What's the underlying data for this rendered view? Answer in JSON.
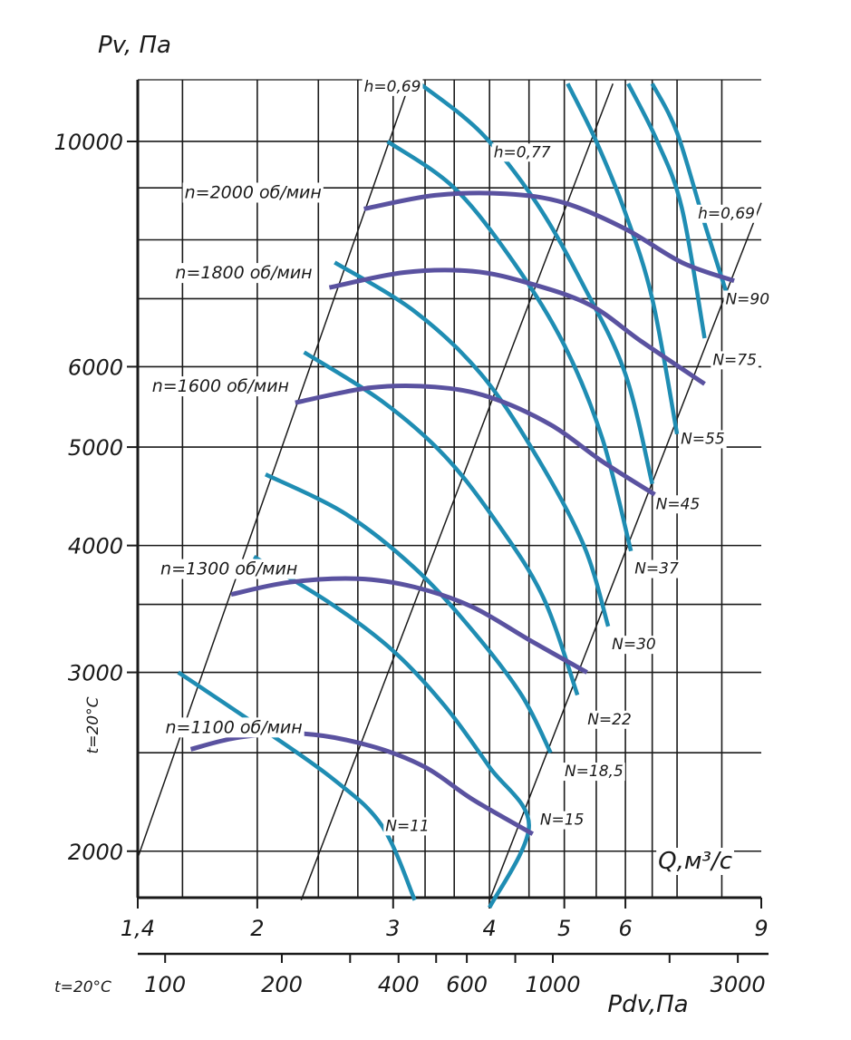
{
  "chart_data": {
    "type": "line",
    "x_scale": "log",
    "y_scale": "log",
    "xlim": [
      1.4,
      9
    ],
    "ylim": [
      1800,
      11500
    ],
    "grid": true,
    "ylabel": "Pv, Па",
    "xlabel": "Q,м³/с",
    "side_label": "t=20°C",
    "x_ticks": [
      {
        "value": 1.4,
        "label": "1,4"
      },
      {
        "value": 2,
        "label": "2"
      },
      {
        "value": 3,
        "label": "3"
      },
      {
        "value": 4,
        "label": "4"
      },
      {
        "value": 5,
        "label": "5"
      },
      {
        "value": 6,
        "label": "6"
      },
      {
        "value": 9,
        "label": "9"
      }
    ],
    "y_ticks": [
      {
        "value": 10000,
        "label": "10000"
      },
      {
        "value": 6000,
        "label": "6000"
      },
      {
        "value": 5000,
        "label": "5000"
      },
      {
        "value": 4000,
        "label": "4000"
      },
      {
        "value": 3000,
        "label": "3000"
      },
      {
        "value": 2000,
        "label": "2000"
      }
    ],
    "pdv_axis": {
      "title": "Pdv,Па",
      "lead_label": "t=20°C",
      "ticks": [
        {
          "value": 100,
          "label": "100"
        },
        {
          "value": 200,
          "label": "200"
        },
        {
          "value": 400,
          "label": "400"
        },
        {
          "value": 600,
          "label": "600"
        },
        {
          "value": 1000,
          "label": "1000"
        },
        {
          "value": 3000,
          "label": "3000"
        }
      ]
    },
    "speed_series": [
      {
        "name": "n=1100 об/мин",
        "points": [
          [
            1.64,
            2520
          ],
          [
            1.9,
            2590
          ],
          [
            2.3,
            2610
          ],
          [
            2.8,
            2540
          ],
          [
            3.3,
            2420
          ],
          [
            3.8,
            2250
          ],
          [
            4.55,
            2080
          ]
        ]
      },
      {
        "name": "n=1300 об/мин",
        "points": [
          [
            1.85,
            3580
          ],
          [
            2.2,
            3680
          ],
          [
            2.7,
            3710
          ],
          [
            3.2,
            3640
          ],
          [
            3.8,
            3480
          ],
          [
            4.5,
            3230
          ],
          [
            5.35,
            3000
          ]
        ]
      },
      {
        "name": "n=1600 об/мин",
        "points": [
          [
            2.24,
            5530
          ],
          [
            2.8,
            5720
          ],
          [
            3.4,
            5730
          ],
          [
            4.0,
            5600
          ],
          [
            4.8,
            5260
          ],
          [
            5.6,
            4840
          ],
          [
            6.55,
            4490
          ]
        ]
      },
      {
        "name": "n=1800 об/мин",
        "points": [
          [
            2.48,
            7180
          ],
          [
            3.1,
            7430
          ],
          [
            3.8,
            7450
          ],
          [
            4.5,
            7250
          ],
          [
            5.4,
            6900
          ],
          [
            6.3,
            6350
          ],
          [
            7.6,
            5770
          ]
        ]
      },
      {
        "name": "n=2000 об/мин",
        "points": [
          [
            2.75,
            8580
          ],
          [
            3.4,
            8850
          ],
          [
            4.2,
            8880
          ],
          [
            5.0,
            8700
          ],
          [
            6.0,
            8200
          ],
          [
            7.1,
            7600
          ],
          [
            8.3,
            7290
          ]
        ]
      }
    ],
    "power_series": [
      {
        "name": "N=11",
        "label_at": [
          2.9,
          2120
        ],
        "points": [
          [
            1.58,
            3000
          ],
          [
            2.0,
            2660
          ],
          [
            2.5,
            2360
          ],
          [
            2.9,
            2120
          ],
          [
            3.2,
            1790
          ]
        ]
      },
      {
        "name": "N=15",
        "label_at": [
          4.6,
          2150
        ],
        "points": [
          [
            1.98,
            3900
          ],
          [
            2.5,
            3500
          ],
          [
            3.0,
            3150
          ],
          [
            3.5,
            2780
          ],
          [
            4.0,
            2420
          ],
          [
            4.5,
            2120
          ],
          [
            4.0,
            1760
          ]
        ]
      },
      {
        "name": "N=18,5",
        "label_at": [
          4.95,
          2400
        ],
        "points": [
          [
            2.05,
            4700
          ],
          [
            2.6,
            4300
          ],
          [
            3.2,
            3800
          ],
          [
            3.8,
            3300
          ],
          [
            4.4,
            2850
          ],
          [
            4.8,
            2500
          ]
        ]
      },
      {
        "name": "N=22",
        "label_at": [
          5.3,
          2700
        ],
        "points": [
          [
            2.3,
            6200
          ],
          [
            2.9,
            5550
          ],
          [
            3.5,
            4900
          ],
          [
            4.1,
            4200
          ],
          [
            4.7,
            3550
          ],
          [
            5.2,
            2850
          ]
        ]
      },
      {
        "name": "N=30",
        "label_at": [
          5.7,
          3200
        ],
        "points": [
          [
            2.52,
            7600
          ],
          [
            3.2,
            6800
          ],
          [
            3.9,
            5900
          ],
          [
            4.6,
            4900
          ],
          [
            5.3,
            4000
          ],
          [
            5.7,
            3330
          ]
        ]
      },
      {
        "name": "N=37",
        "label_at": [
          6.1,
          3800
        ],
        "points": [
          [
            2.95,
            10000
          ],
          [
            3.6,
            9000
          ],
          [
            4.3,
            7600
          ],
          [
            5.0,
            6300
          ],
          [
            5.6,
            5100
          ],
          [
            6.1,
            3950
          ]
        ]
      },
      {
        "name": "N=45",
        "label_at": [
          6.5,
          4400
        ],
        "points": [
          [
            3.25,
            11400
          ],
          [
            3.9,
            10200
          ],
          [
            4.6,
            8700
          ],
          [
            5.3,
            7200
          ],
          [
            6.0,
            5900
          ],
          [
            6.5,
            4600
          ]
        ]
      },
      {
        "name": "N=55",
        "label_at": [
          7.0,
          5100
        ],
        "points": [
          [
            5.05,
            11400
          ],
          [
            5.5,
            10000
          ],
          [
            6.0,
            8500
          ],
          [
            6.5,
            7000
          ],
          [
            7.0,
            5150
          ]
        ]
      },
      {
        "name": "N=75",
        "label_at": [
          7.7,
          6100
        ],
        "points": [
          [
            6.05,
            11400
          ],
          [
            6.6,
            10000
          ],
          [
            7.1,
            8600
          ],
          [
            7.6,
            6400
          ]
        ]
      },
      {
        "name": "N=90",
        "label_at": [
          8.0,
          7000
        ],
        "points": [
          [
            6.5,
            11400
          ],
          [
            7.0,
            10200
          ],
          [
            7.6,
            8300
          ],
          [
            8.1,
            7120
          ]
        ]
      }
    ],
    "efficiency_lines": [
      {
        "name": "h=0,69",
        "label_at": [
          2.75,
          11200
        ],
        "points": [
          [
            1.4,
            1970
          ],
          [
            3.15,
            11400
          ]
        ]
      },
      {
        "name": "h=0,77",
        "label_at": [
          4.05,
          9650
        ],
        "points": [
          [
            2.28,
            1790
          ],
          [
            5.78,
            11400
          ]
        ]
      },
      {
        "name": "h=0,69",
        "label_at": [
          7.45,
          8400
        ],
        "points": [
          [
            4.0,
            1790
          ],
          [
            9.0,
            8700
          ]
        ]
      }
    ],
    "colors": {
      "speed": "#5a52a0",
      "power": "#1f8db3",
      "grid": "#1a1a1a",
      "efficiency": "#1a1a1a"
    }
  }
}
